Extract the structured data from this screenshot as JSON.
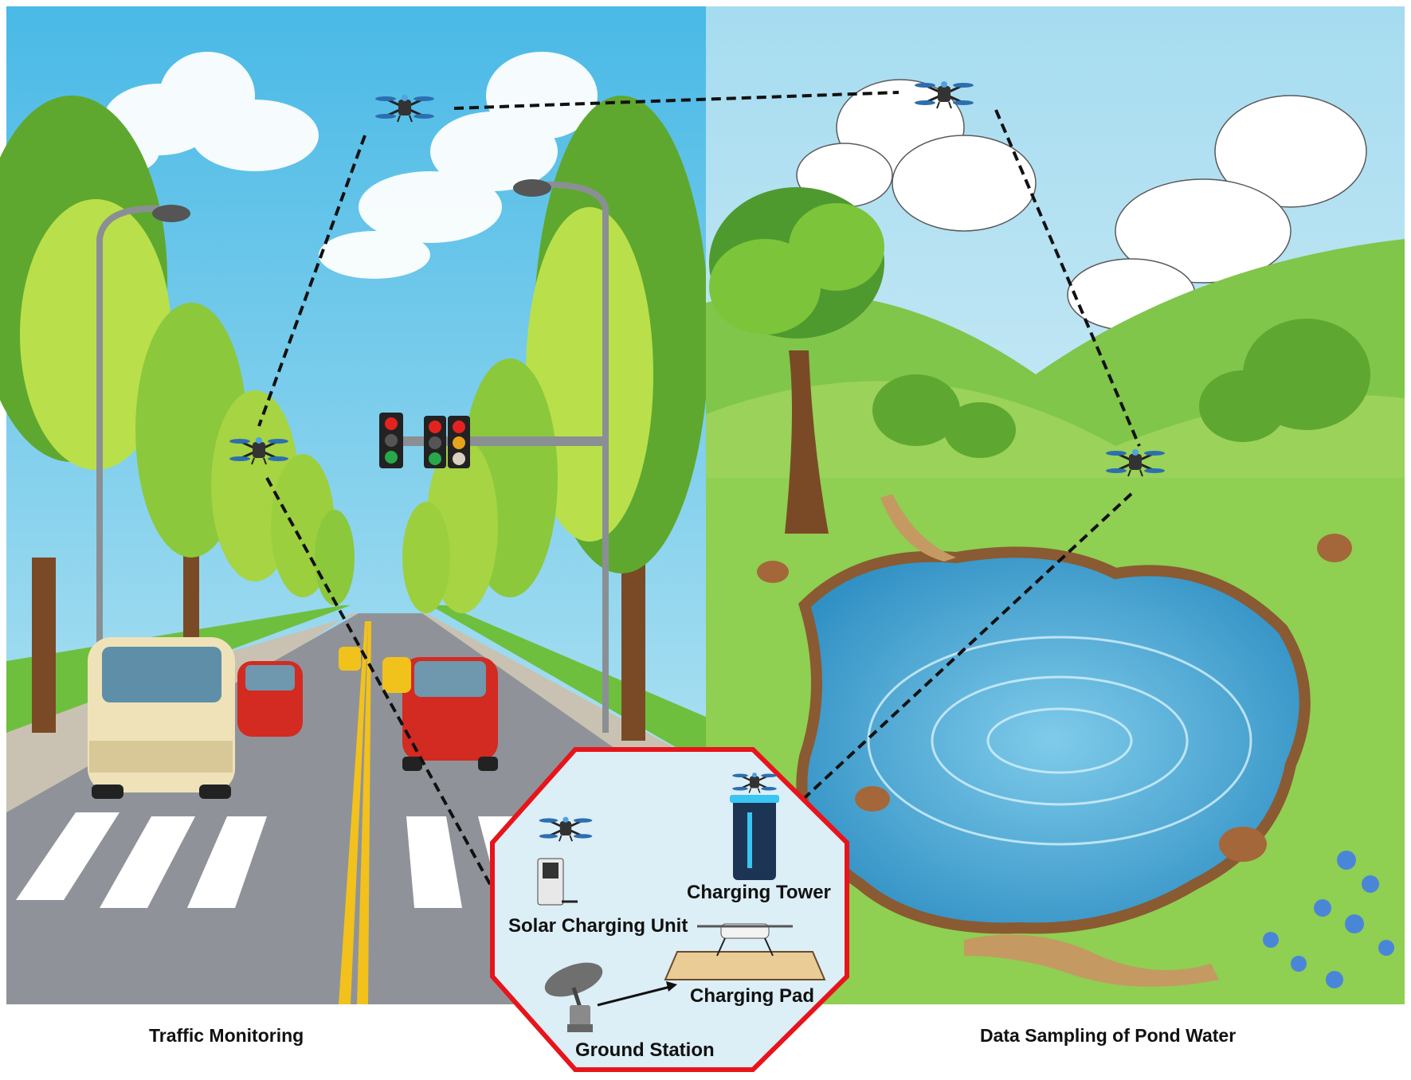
{
  "captions": {
    "left": "Traffic Monitoring",
    "right": "Data Sampling of Pond Water"
  },
  "ground_station": {
    "solar_unit": "Solar Charging Unit",
    "tower": "Charging Tower",
    "pad": "Charging Pad",
    "station": "Ground Station"
  },
  "colors": {
    "sky": "#7ccfee",
    "foliage": "#7cc43a",
    "pond": "#4fb0d8",
    "grass": "#8fcf52",
    "road": "#8f9399",
    "octagon_border": "#e8141b",
    "octagon_fill": "#dceef6",
    "flight_path": "#111111"
  },
  "icons": [
    "drone-icon",
    "traffic-light-icon",
    "street-lamp-icon",
    "satellite-dish-icon",
    "charging-tower-icon",
    "solar-panel-icon"
  ]
}
